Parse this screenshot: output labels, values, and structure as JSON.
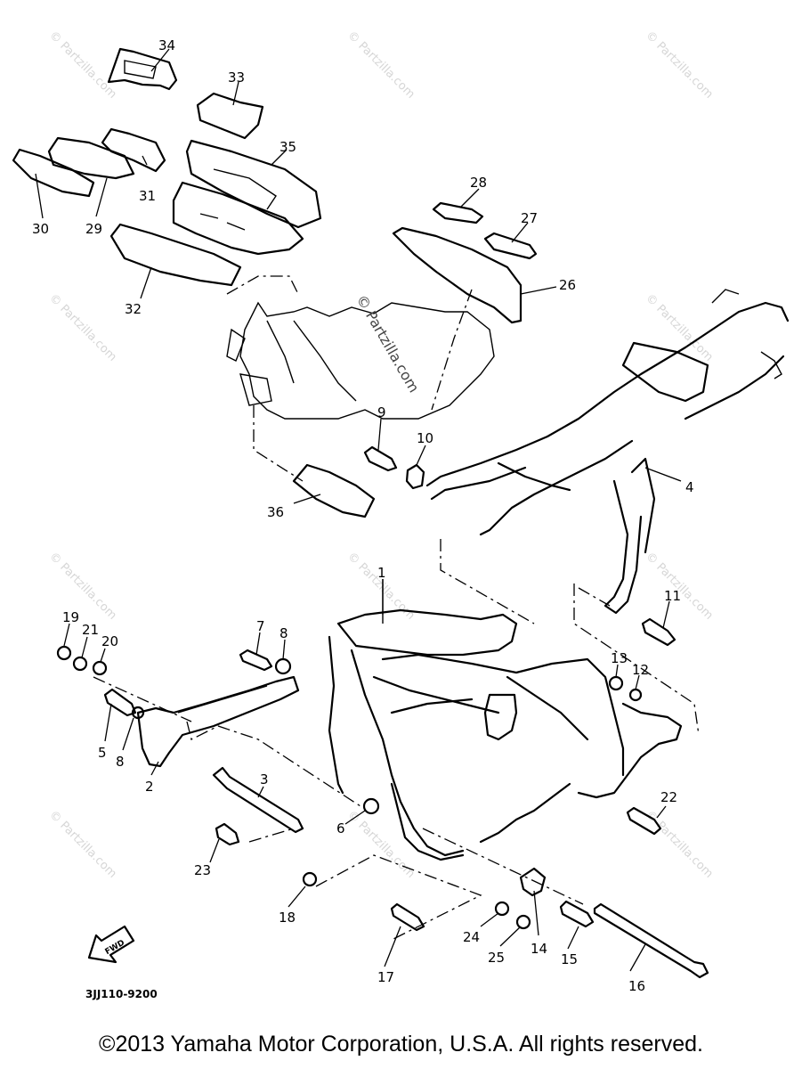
{
  "watermark": "© Partzilla.com",
  "center_watermark": "© Partzilla.com",
  "diagram_code": "3JJ110-9200",
  "fwd_label": "FWD",
  "copyright": "©2013  Yamaha Motor Corporation, U.S.A. All rights reserved.",
  "callouts": [
    "34",
    "33",
    "35",
    "30",
    "29",
    "31",
    "32",
    "28",
    "27",
    "26",
    "9",
    "10",
    "4",
    "36",
    "1",
    "19",
    "21",
    "20",
    "7",
    "8",
    "11",
    "13",
    "12",
    "5",
    "8",
    "2",
    "3",
    "22",
    "6",
    "23",
    "18",
    "24",
    "14",
    "15",
    "16",
    "17",
    "25"
  ]
}
